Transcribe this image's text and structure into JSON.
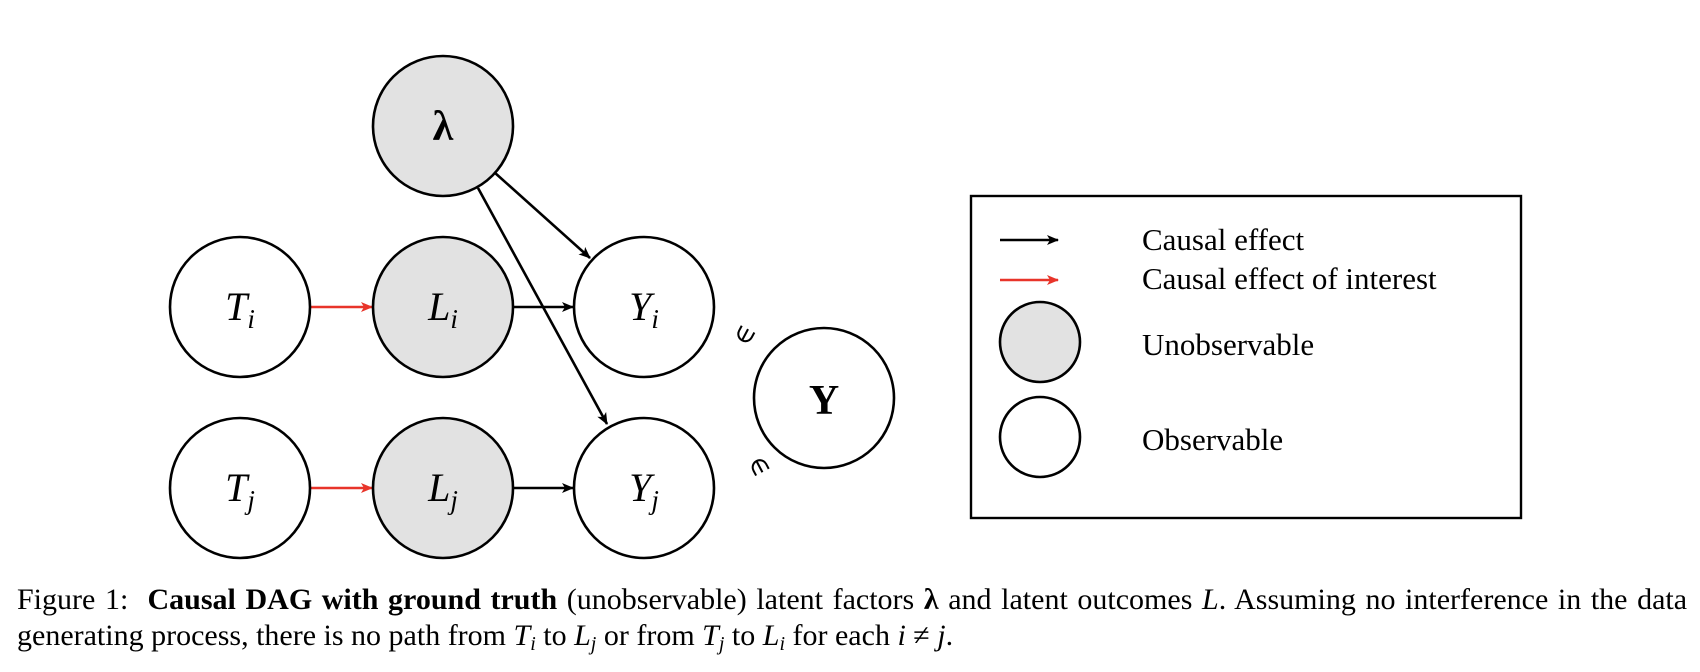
{
  "diagram": {
    "nodes": {
      "lambda": {
        "symbol": "λ",
        "observable": false
      },
      "Ti": {
        "symbol": "T",
        "sub": "i",
        "observable": true
      },
      "Li": {
        "symbol": "L",
        "sub": "i",
        "observable": false
      },
      "Yi": {
        "symbol": "Y",
        "sub": "i",
        "observable": true
      },
      "Tj": {
        "symbol": "T",
        "sub": "j",
        "observable": true
      },
      "Lj": {
        "symbol": "L",
        "sub": "j",
        "observable": false
      },
      "Yj": {
        "symbol": "Y",
        "sub": "j",
        "observable": true
      },
      "Y": {
        "symbol": "Y",
        "observable": true
      }
    },
    "membership_symbol": "∈",
    "edges": [
      {
        "from": "Ti",
        "to": "Li",
        "kind": "interest"
      },
      {
        "from": "Tj",
        "to": "Lj",
        "kind": "interest"
      },
      {
        "from": "Li",
        "to": "Yi",
        "kind": "causal"
      },
      {
        "from": "Lj",
        "to": "Yj",
        "kind": "causal"
      },
      {
        "from": "lambda",
        "to": "Yi",
        "kind": "causal"
      },
      {
        "from": "lambda",
        "to": "Yj",
        "kind": "causal"
      }
    ],
    "colors": {
      "unobservable_fill": "#e2e2e2",
      "observable_fill": "#ffffff",
      "causal_arrow": "#000000",
      "interest_arrow": "#e8342a"
    }
  },
  "legend": {
    "causal_effect": "Causal effect",
    "causal_effect_interest": "Causal effect of interest",
    "unobservable": "Unobservable",
    "observable": "Observable"
  },
  "caption": {
    "prefix": "Figure 1:",
    "bold_title": "Causal DAG with ground truth",
    "text_1": "(unobservable) latent factors",
    "lambda_sym": "λ",
    "text_2": "and latent outcomes",
    "L_sym": "L",
    "text_3": ". Assuming no interference in the data generating process, there is no path from",
    "T": "T",
    "L": "L",
    "i": "i",
    "j": "j",
    "to": "to",
    "or_from": "or from",
    "for_each": "for each",
    "neq": "≠",
    "end": "."
  }
}
